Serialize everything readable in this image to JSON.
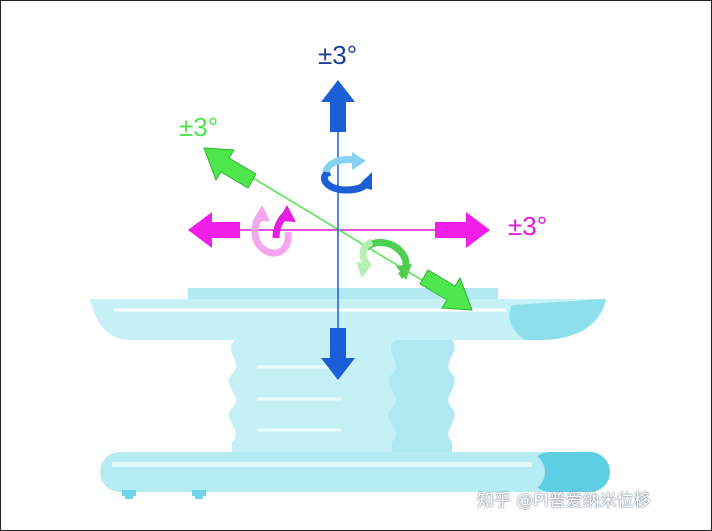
{
  "labels": {
    "vertical_rotation": "±3°",
    "diagonal_rotation": "±3°",
    "horizontal_rotation": "±3°"
  },
  "watermark": "知乎 @PI普爱纳米位移",
  "colors": {
    "vertical_axis": "#1b5fd6",
    "vertical_label": "#1a3f97",
    "diagonal_axis": "#4de64d",
    "horizontal_axis": "#f01ee6",
    "stage_light": "#b8ecf3",
    "stage_mid": "#7fdbe8",
    "bellows": "#bfeff5"
  },
  "icons": [
    "up-arrow-icon",
    "down-arrow-icon",
    "left-arrow-icon",
    "right-arrow-icon",
    "diagonal-up-arrow-icon",
    "diagonal-down-arrow-icon",
    "rotation-z-icon",
    "rotation-x-icon",
    "rotation-y-icon"
  ]
}
